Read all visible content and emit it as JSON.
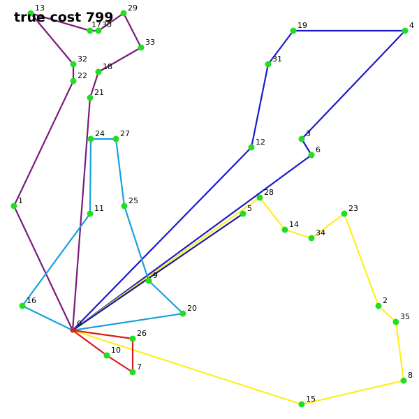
{
  "title": "true cost 799",
  "depot": "0",
  "node_color": "#22dd22",
  "depot_color": "#dd2222",
  "nodes": [
    {
      "id": "0",
      "label": "0"
    },
    {
      "id": "1",
      "label": "1"
    },
    {
      "id": "2",
      "label": "2"
    },
    {
      "id": "3",
      "label": "3"
    },
    {
      "id": "4",
      "label": "4"
    },
    {
      "id": "5",
      "label": "5"
    },
    {
      "id": "6",
      "label": "6"
    },
    {
      "id": "7",
      "label": "7"
    },
    {
      "id": "8",
      "label": "8"
    },
    {
      "id": "9",
      "label": "9"
    },
    {
      "id": "10",
      "label": "10"
    },
    {
      "id": "11",
      "label": "11"
    },
    {
      "id": "12",
      "label": "12"
    },
    {
      "id": "13",
      "label": "13"
    },
    {
      "id": "14",
      "label": "14"
    },
    {
      "id": "15",
      "label": "15"
    },
    {
      "id": "16",
      "label": "16"
    },
    {
      "id": "17",
      "label": "17"
    },
    {
      "id": "18",
      "label": "18"
    },
    {
      "id": "19",
      "label": "19"
    },
    {
      "id": "20",
      "label": "20"
    },
    {
      "id": "21",
      "label": "21"
    },
    {
      "id": "22",
      "label": "22"
    },
    {
      "id": "23",
      "label": "23"
    },
    {
      "id": "24",
      "label": "24"
    },
    {
      "id": "25",
      "label": "25"
    },
    {
      "id": "26",
      "label": "26"
    },
    {
      "id": "27",
      "label": "27"
    },
    {
      "id": "28",
      "label": "28"
    },
    {
      "id": "29",
      "label": "29"
    },
    {
      "id": "30",
      "label": "30"
    },
    {
      "id": "31",
      "label": "31"
    },
    {
      "id": "32",
      "label": "32"
    },
    {
      "id": "33",
      "label": "33"
    },
    {
      "id": "34",
      "label": "34"
    },
    {
      "id": "35",
      "label": "35"
    }
  ],
  "routes": [
    {
      "color": "#7b1a7b",
      "path": [
        "0",
        "1",
        "22",
        "32",
        "13",
        "17",
        "30",
        "29",
        "33",
        "18",
        "21",
        "0"
      ]
    },
    {
      "color": "#1a1acc",
      "path": [
        "0",
        "12",
        "31",
        "19",
        "4",
        "3",
        "6",
        "0"
      ]
    },
    {
      "color": "#ffee22",
      "path": [
        "0",
        "28",
        "14",
        "34",
        "23",
        "2",
        "35",
        "8",
        "15",
        "0"
      ]
    },
    {
      "color": "#19a0dc",
      "path": [
        "0",
        "20",
        "9",
        "25",
        "27",
        "24",
        "11",
        "16",
        "0"
      ]
    },
    {
      "color": "#dd1a1a",
      "path": [
        "0",
        "26",
        "7",
        "10",
        "0"
      ]
    },
    {
      "color": "#1a1a8c",
      "path": [
        "0",
        "5"
      ]
    }
  ]
}
